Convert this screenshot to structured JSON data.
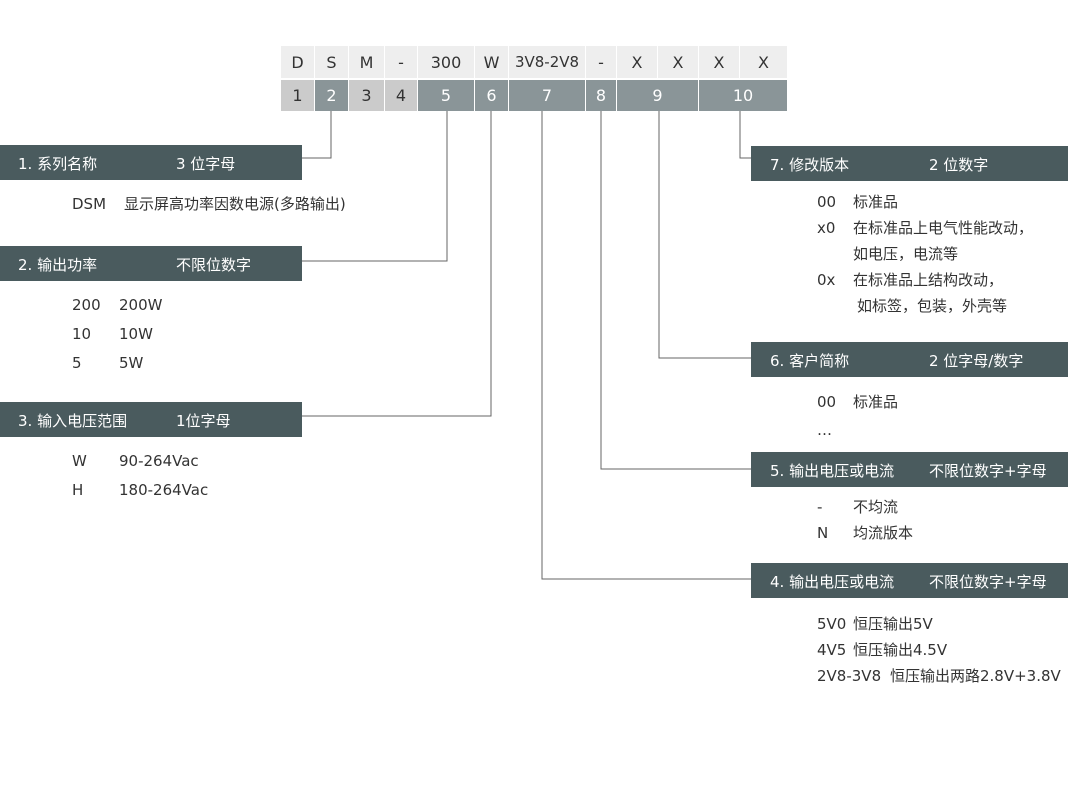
{
  "colors": {
    "code_bg": "#eeeeee",
    "index_light": "#cbcbcb",
    "index_dark": "#8a9598",
    "label_bg": "#4a5b5e",
    "line": "#666666"
  },
  "code_row": [
    "D",
    "S",
    "M",
    "-",
    "300",
    "W",
    "3V8-2V8",
    "-",
    "X",
    "X",
    "X",
    "X"
  ],
  "index_row": [
    "1",
    "2",
    "3",
    "4",
    "5",
    "6",
    "7",
    "8",
    "9",
    "10"
  ],
  "sections": {
    "s1": {
      "title": "1. 系列名称",
      "type": "3 位字母",
      "items": [
        {
          "code": "DSM",
          "desc": "显示屏高功率因数电源(多路输出)"
        }
      ]
    },
    "s2": {
      "title": "2. 输出功率",
      "type": "不限位数字",
      "items": [
        {
          "code": "200",
          "desc": "200W"
        },
        {
          "code": "10",
          "desc": "10W"
        },
        {
          "code": "5",
          "desc": "5W"
        }
      ]
    },
    "s3": {
      "title": "3. 输入电压范围",
      "type": "1位字母",
      "items": [
        {
          "code": "W",
          "desc": "90-264Vac"
        },
        {
          "code": "H",
          "desc": "180-264Vac"
        }
      ]
    },
    "s7": {
      "title": "7. 修改版本",
      "type": "2 位数字",
      "items": [
        {
          "code": "00",
          "desc": "标准品"
        },
        {
          "code": "x0",
          "desc": "在标准品上电气性能改动，",
          "desc2": "如电压，电流等"
        },
        {
          "code": "0x",
          "desc": "在标准品上结构改动，",
          "desc2": "如标签，包装，外壳等"
        }
      ]
    },
    "s6": {
      "title": "6. 客户简称",
      "type": "2 位字母/数字",
      "items": [
        {
          "code": "00",
          "desc": "标准品"
        }
      ],
      "ellipsis": "…"
    },
    "s5": {
      "title": "5. 输出电压或电流",
      "type": "不限位数字+字母",
      "items": [
        {
          "code": "-",
          "desc": "不均流"
        },
        {
          "code": "N",
          "desc": "均流版本"
        }
      ]
    },
    "s4": {
      "title": "4. 输出电压或电流",
      "type": "不限位数字+字母",
      "items": [
        {
          "code": "5V0",
          "desc": "恒压输出5V"
        },
        {
          "code": "4V5",
          "desc": "恒压输出4.5V"
        },
        {
          "code": "2V8-3V8",
          "desc": "恒压输出两路2.8V+3.8V"
        }
      ]
    }
  }
}
